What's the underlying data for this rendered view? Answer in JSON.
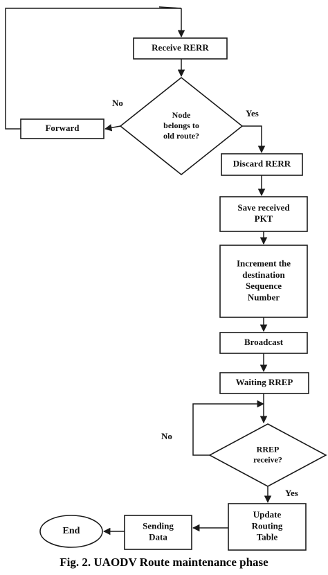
{
  "colors": {
    "ink": "#1a1a1a",
    "text": "#111111",
    "background": "#ffffff"
  },
  "nodes": {
    "receive_rerr": [
      "Receive RERR"
    ],
    "node_belongs": [
      "Node",
      "belongs to",
      "old route?"
    ],
    "forward": [
      "Forward"
    ],
    "discard_rerr": [
      "Discard RERR"
    ],
    "save_pkt": [
      "Save received",
      "PKT"
    ],
    "increment_seq": [
      "Increment the",
      "destination",
      "Sequence",
      "Number"
    ],
    "broadcast": [
      "Broadcast"
    ],
    "waiting_rrep": [
      "Waiting RREP"
    ],
    "rrep_receive": [
      "RREP",
      "receive?"
    ],
    "update_table": [
      "Update",
      "Routing",
      "Table"
    ],
    "sending_data": [
      "Sending",
      "Data"
    ],
    "end": [
      "End"
    ]
  },
  "edge_labels": {
    "no_1": "No",
    "yes_1": "Yes",
    "no_2": "No",
    "yes_2": "Yes"
  },
  "caption": "Fig. 2. UAODV Route maintenance phase"
}
